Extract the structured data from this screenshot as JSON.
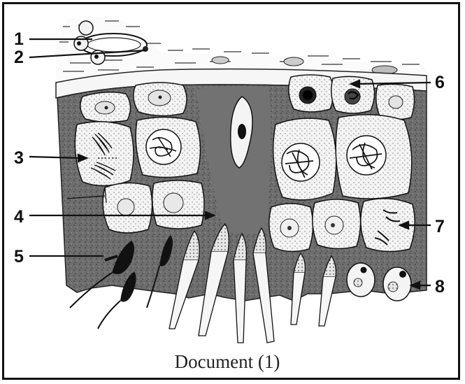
{
  "figure": {
    "labels": [
      "1",
      "2",
      "3",
      "4",
      "5",
      "6",
      "7",
      "8"
    ],
    "caption": "Document (1)"
  },
  "colors": {
    "tissue": "#6b6b6b",
    "cell_fill": "#f2f2f2",
    "ink": "#111111"
  }
}
